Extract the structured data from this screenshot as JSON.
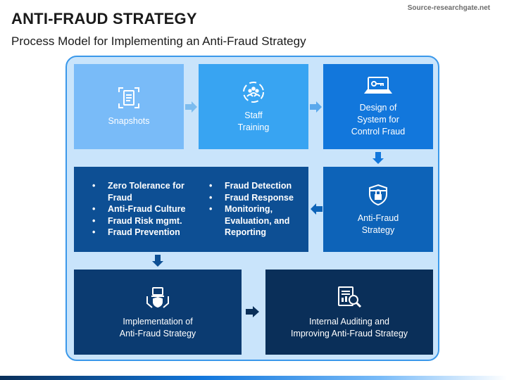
{
  "source": "Source-researchgate.net",
  "title": "ANTI-FRAUD STRATEGY",
  "subtitle": "Process Model for Implementing an Anti-Fraud Strategy",
  "steps": [
    {
      "label": "Snapshots",
      "icon": "document-scan-icon",
      "color": "#79bbf8"
    },
    {
      "label": "Staff\nTraining",
      "icon": "team-training-icon",
      "color": "#38a4f2"
    },
    {
      "label": "Design of\nSystem for\nControl Fraud",
      "icon": "laptop-key-icon",
      "color": "#1277dc"
    },
    {
      "label": "Anti-Fraud\nStrategy",
      "icon": "shield-lock-icon",
      "color": "#0d63b8"
    },
    {
      "label": "Implementation of\nAnti-Fraud Strategy",
      "icon": "hands-laptop-shield-icon",
      "color": "#0b3b71"
    },
    {
      "label": "Internal Auditing and\nImproving Anti-Fraud Strategy",
      "icon": "report-magnifier-icon",
      "color": "#0a2f59"
    }
  ],
  "measures": {
    "left": [
      "Zero Tolerance for Fraud",
      "Anti-Fraud Culture",
      "Fraud Risk mgmt.",
      "Fraud Prevention"
    ],
    "right": [
      "Fraud Detection",
      "Fraud Response",
      "Monitoring, Evaluation, and Reporting"
    ],
    "color": "#0d4f94"
  },
  "colors": {
    "frame_bg": "#c9e4fb",
    "frame_border": "#3a98ea",
    "arrow_light": "#7cbcef",
    "arrow_dark": "#0d4f94"
  }
}
